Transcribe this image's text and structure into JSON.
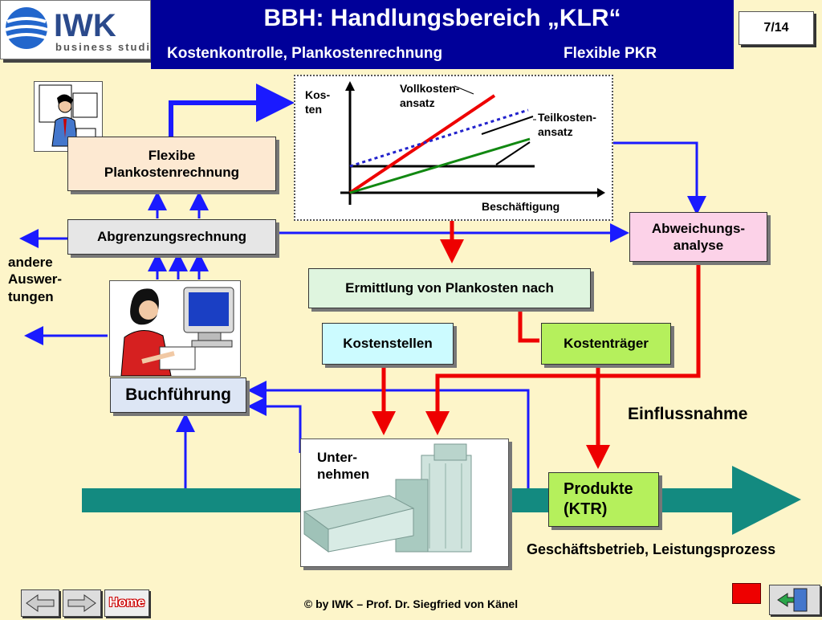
{
  "header": {
    "logo_text": "IWK",
    "logo_subtext": "business studio",
    "title": "BBH: Handlungsbereich „KLR“",
    "subtitle": "Kostenkontrolle, Plankostenrechnung",
    "subtitle_right": "Flexible PKR",
    "page": "7/14"
  },
  "chart": {
    "ylabel": "Kos-\nten",
    "xlabel": "Beschäftigung",
    "vollkosten": "Vollkosten-\nansatz",
    "teilkosten": "Teilkosten-\nansatz"
  },
  "boxes": {
    "flexible_pkr": "Flexibe Plankostenrechnung",
    "abgrenzung": "Abgrenzungsrechnung",
    "abweichung": "Abweichungs-\nanalyse",
    "ermittlung": "Ermittlung von Plankosten nach",
    "kostenstellen": "Kostenstellen",
    "kostentraeger": "Kostenträger",
    "buchfuehrung": "Buchführung",
    "unternehmen": "Unter-\nnehmen",
    "produkte": "Produkte\n(KTR)"
  },
  "labels": {
    "andere": "andere\nAuswer-\ntungen",
    "einflussnahme": "Einflussnahme",
    "geschaeftsbetrieb": "Geschäftsbetrieb, Leistungsprozess"
  },
  "footer": {
    "copyright": "© by IWK – Prof. Dr. Siegfried von Känel",
    "home": "Home"
  },
  "colors": {
    "title_bar": "#000099",
    "background": "#fdf5c9",
    "arrow_blue": "#1a1aff",
    "arrow_red": "#ee0000",
    "process_teal": "#138a80"
  }
}
